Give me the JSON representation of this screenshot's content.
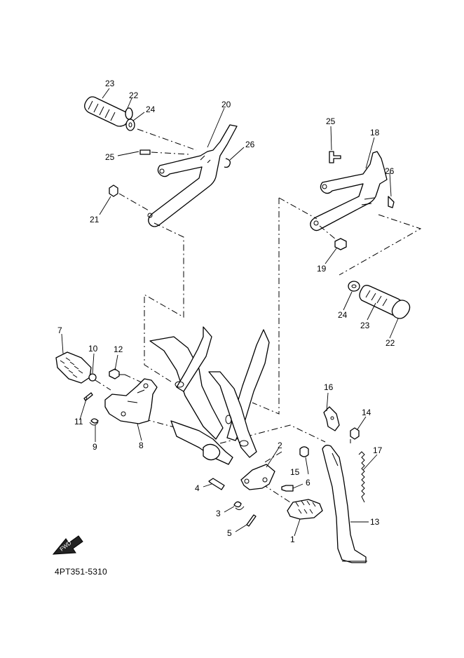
{
  "diagram": {
    "part_code": "4PT351-5310",
    "fwd_label": "FWD",
    "callouts": [
      {
        "n": "1"
      },
      {
        "n": "2"
      },
      {
        "n": "3"
      },
      {
        "n": "4"
      },
      {
        "n": "5"
      },
      {
        "n": "6"
      },
      {
        "n": "7"
      },
      {
        "n": "8"
      },
      {
        "n": "9"
      },
      {
        "n": "10"
      },
      {
        "n": "11"
      },
      {
        "n": "12"
      },
      {
        "n": "13"
      },
      {
        "n": "14"
      },
      {
        "n": "15"
      },
      {
        "n": "16"
      },
      {
        "n": "17"
      },
      {
        "n": "18"
      },
      {
        "n": "19"
      },
      {
        "n": "20"
      },
      {
        "n": "21"
      },
      {
        "n": "22a"
      },
      {
        "n": "22b"
      },
      {
        "n": "23a"
      },
      {
        "n": "23b"
      },
      {
        "n": "24a"
      },
      {
        "n": "24b"
      },
      {
        "n": "25a"
      },
      {
        "n": "25b"
      },
      {
        "n": "26a"
      },
      {
        "n": "26b"
      }
    ],
    "labels": {
      "c1": "1",
      "c2": "2",
      "c3": "3",
      "c4": "4",
      "c5": "5",
      "c6": "6",
      "c7": "7",
      "c8": "8",
      "c9": "9",
      "c10": "10",
      "c11": "11",
      "c12": "12",
      "c13": "13",
      "c14": "14",
      "c15": "15",
      "c16": "16",
      "c17": "17",
      "c18": "18",
      "c19": "19",
      "c20": "20",
      "c21": "21",
      "c22a": "22",
      "c22b": "22",
      "c23a": "23",
      "c23b": "23",
      "c24a": "24",
      "c24b": "24",
      "c25a": "25",
      "c25b": "25",
      "c26a": "26",
      "c26b": "26"
    }
  }
}
